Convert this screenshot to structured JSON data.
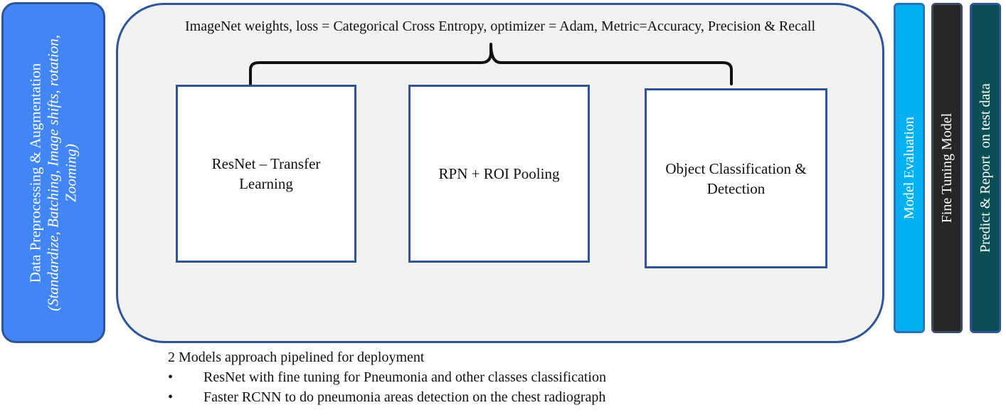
{
  "preprocessing": {
    "title": "Data Preprocessing & Augmentation",
    "subtitle": "(Standardize, Batching, Image shifts, rotation, Zooming)"
  },
  "header": {
    "text": "ImageNet weights, loss = Categorical Cross Entropy, optimizer = Adam, Metric=Accuracy, Precision & Recall"
  },
  "boxes": {
    "resnet": "ResNet – Transfer Learning",
    "rpn": "RPN + ROI Pooling",
    "object": "Object Classification & Detection"
  },
  "side_bars": {
    "evaluation": "Model Evaluation",
    "fine_tuning": "Fine Tuning Model",
    "predict": "Predict & Report  on test data"
  },
  "notes": {
    "heading": "2 Models approach pipelined for deployment",
    "bullet_symbol": "•",
    "items": [
      "ResNet with fine tuning for Pneumonia and other classes classification",
      "Faster RCNN to do pneumonia areas detection on the chest radiograph"
    ]
  },
  "colors": {
    "preprocessing_fill": "#4285f4",
    "outline": "#2f5597",
    "container_fill": "#f2f2f2",
    "evaluation_fill": "#00b0f0",
    "fine_tuning_fill": "#262626",
    "predict_fill": "#0b4f55"
  }
}
